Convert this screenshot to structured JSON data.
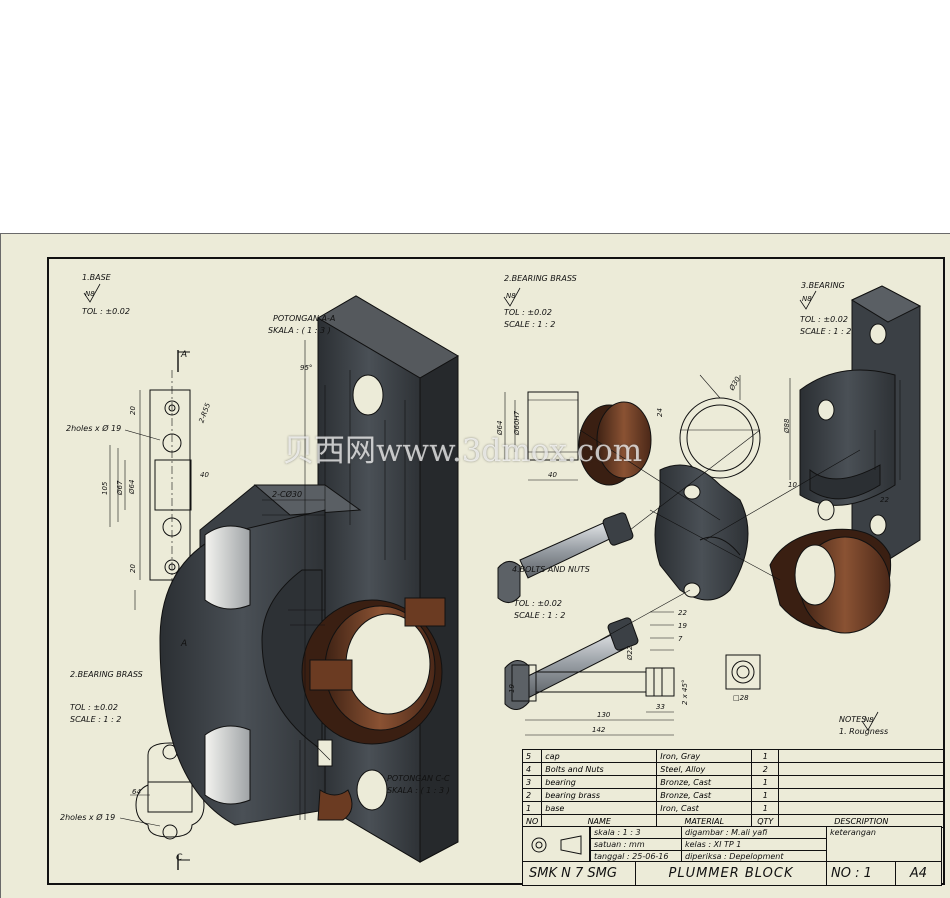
{
  "views": {
    "base": {
      "title": "1.BASE",
      "roughness": "N8",
      "tol": "TOL    : ±0.02"
    },
    "bearing_brass": {
      "title": "2.BEARING BRASS",
      "roughness": "N8",
      "tol": "TOL    : ±0.02",
      "scale": "SCALE : 1 : 2"
    },
    "bearing_brass_left": {
      "title": "2.BEARING BRASS",
      "tol": "TOL    : ±0.02",
      "scale": "SCALE : 1 : 2"
    },
    "bearing": {
      "title": "3.BEARING",
      "roughness": "N8",
      "tol": "TOL    : ±0.02",
      "scale": "SCALE : 1 : 2"
    },
    "bolts": {
      "title": "4.BOLTS AND NUTS",
      "tol": "TOL    : ±0.02",
      "scale": "SCALE : 1 : 2"
    },
    "section_aa": {
      "title": "POTONGAN A-A",
      "scale": "SKALA :  ( 1 : 3 )"
    },
    "section_cc": {
      "title": "POTONGAN C-C",
      "scale": "SKALA :  ( 1 : 3 )"
    }
  },
  "labels": {
    "holes_top": "2holes x Ø 19",
    "holes_bottom": "2holes x Ø 19",
    "cut_a": "A",
    "cut_c": "C",
    "angle": "95°",
    "chamfer": "2-CØ30"
  },
  "dims": {
    "base_20a": "20",
    "base_105": "105",
    "base_67": "Ø67",
    "base_64": "Ø64",
    "base_40": "40",
    "base_20b": "20",
    "base_64b": "64",
    "base_R5": "2-R55",
    "brass_64": "Ø64",
    "brass_60": "Ø60H7",
    "brass_40": "40",
    "brass_30": "Ø30",
    "brass_24": "24",
    "bearing_88": "Ø88",
    "bearing_10": "10",
    "bearing_22": "22",
    "bolt_130": "130",
    "bolt_142": "142",
    "bolt_22": "22",
    "bolt_19": "19",
    "bolt_7": "7",
    "bolt_33": "33",
    "bolt_chamfer": "2 x 45°",
    "bolt_d22": "Ø22",
    "bolt_19b": "19",
    "bolt_sq": "□28"
  },
  "notes": {
    "title": "NOTES :",
    "roughness": "N8",
    "item": "1. Rougness"
  },
  "bom": {
    "rows": [
      {
        "no": "5",
        "name": "cap",
        "material": "Iron, Gray",
        "qty": "1",
        "desc": ""
      },
      {
        "no": "4",
        "name": "Bolts and Nuts",
        "material": "Steel, Alloy",
        "qty": "2",
        "desc": ""
      },
      {
        "no": "3",
        "name": "bearing",
        "material": "Bronze, Cast",
        "qty": "1",
        "desc": ""
      },
      {
        "no": "2",
        "name": "bearing brass",
        "material": "Bronze, Cast",
        "qty": "1",
        "desc": ""
      },
      {
        "no": "1",
        "name": "base",
        "material": "Iron, Cast",
        "qty": "1",
        "desc": ""
      }
    ],
    "headers": {
      "no": "NO",
      "name": "NAME",
      "material": "MATERIAL",
      "qty": "QTY",
      "desc": "DESCRIPTION"
    }
  },
  "title_block": {
    "skala": "skala     :  1 : 3",
    "satuan": "satuan   :  mm",
    "tanggal": "tanggal : 25-06-16",
    "digambar": "digambar  : M.ali yafi",
    "kelas": "kelas       : XI TP 1",
    "diperiksa": "diperiksa : Depelopment",
    "keterangan": "keterangan",
    "school": "SMK N 7 SMG",
    "drawing_title": "PLUMMER BLOCK",
    "number": "NO : 1",
    "size": "A4"
  },
  "watermark": "贝西网www.3dmox.com",
  "colors": {
    "sheet": "#ecebd8",
    "iron": "#3b4045",
    "bronze": "#6b3b22",
    "silver": "#9aa0a6"
  }
}
